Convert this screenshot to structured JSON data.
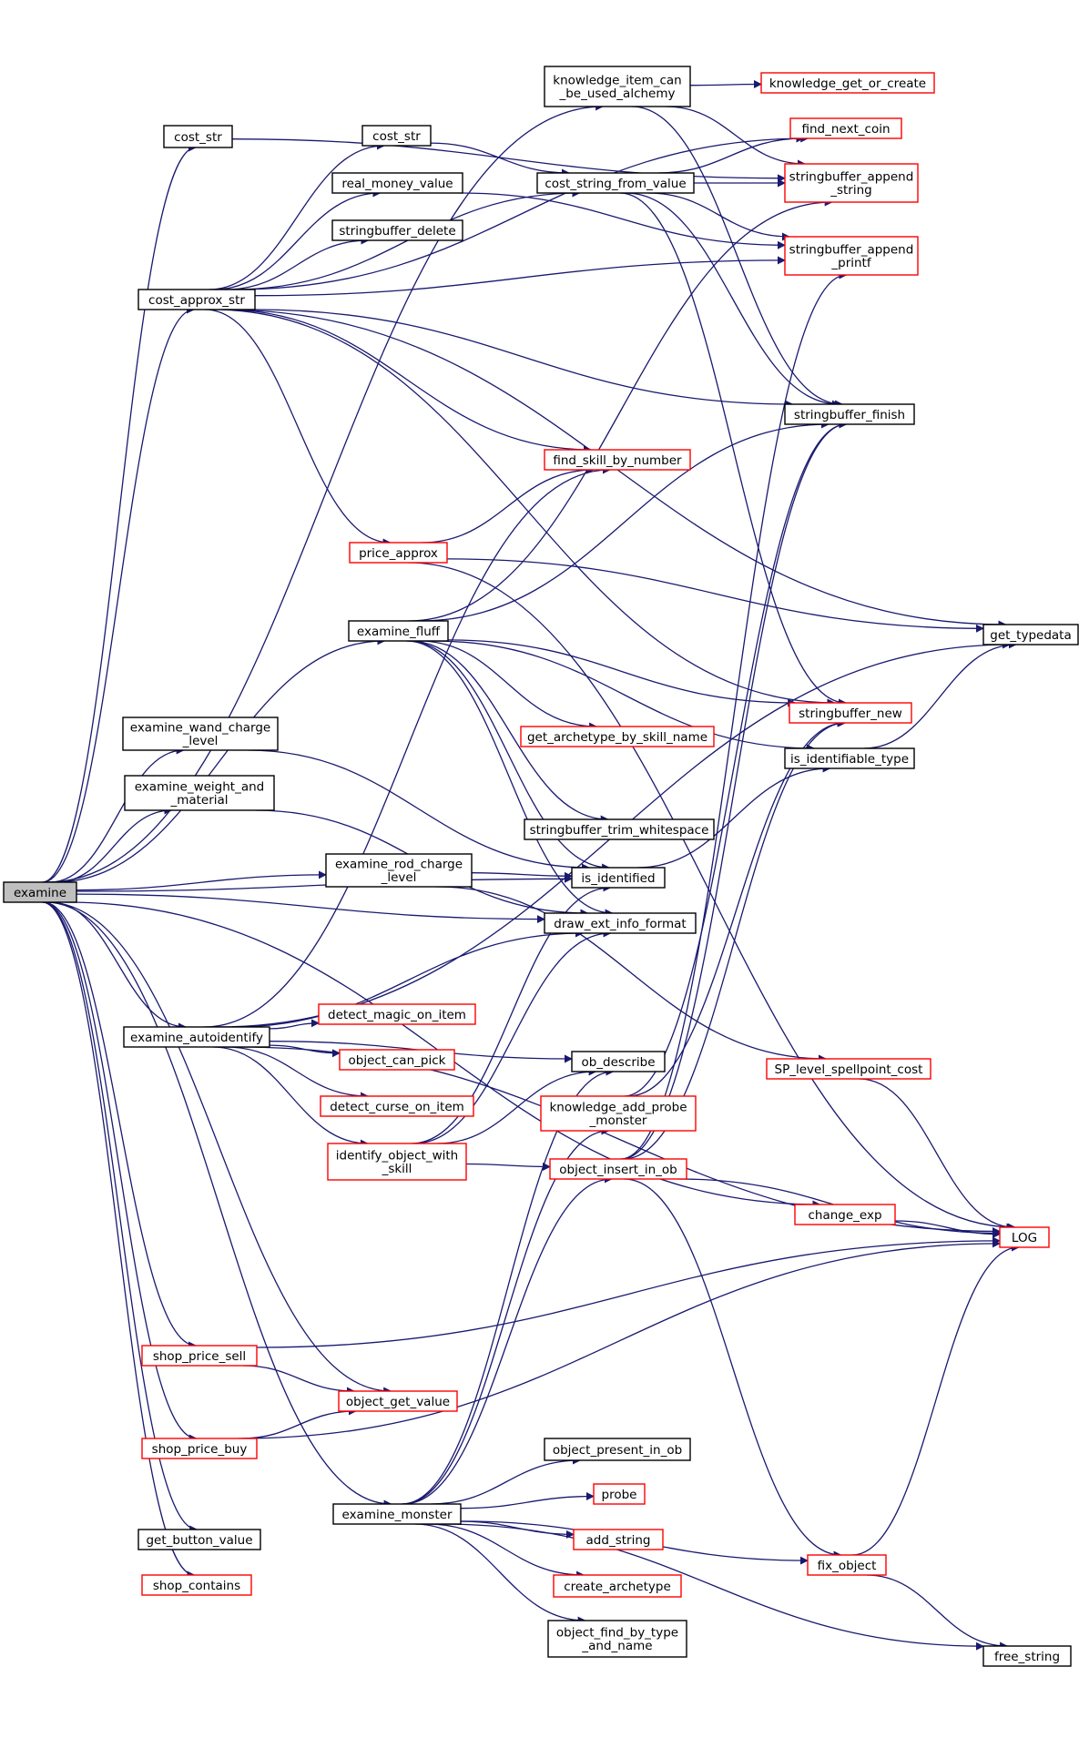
{
  "colors": {
    "edge": "#191970",
    "border_documented": "#000000",
    "border_undocumented": "#ff0000",
    "root_fill": "#bfbfbf"
  },
  "nodes": [
    {
      "id": "examine",
      "lines": [
        "examine"
      ],
      "style": "root"
    },
    {
      "id": "knowledge_item_can_be_used_alchemy",
      "lines": [
        "knowledge_item_can",
        "_be_used_alchemy"
      ],
      "style": "black"
    },
    {
      "id": "knowledge_get_or_create",
      "lines": [
        "knowledge_get_or_create"
      ],
      "style": "red"
    },
    {
      "id": "cost_str_1",
      "lines": [
        "cost_str"
      ],
      "style": "black"
    },
    {
      "id": "find_next_coin",
      "lines": [
        "find_next_coin"
      ],
      "style": "red"
    },
    {
      "id": "cost_str_2",
      "lines": [
        "cost_str"
      ],
      "style": "black"
    },
    {
      "id": "stringbuffer_append_string",
      "lines": [
        "stringbuffer_append",
        "_string"
      ],
      "style": "red"
    },
    {
      "id": "cost_string_from_value",
      "lines": [
        "cost_string_from_value"
      ],
      "style": "black"
    },
    {
      "id": "real_money_value",
      "lines": [
        "real_money_value"
      ],
      "style": "black"
    },
    {
      "id": "stringbuffer_delete",
      "lines": [
        "stringbuffer_delete"
      ],
      "style": "black"
    },
    {
      "id": "stringbuffer_append_printf",
      "lines": [
        "stringbuffer_append",
        "_printf"
      ],
      "style": "red"
    },
    {
      "id": "cost_approx_str",
      "lines": [
        "cost_approx_str"
      ],
      "style": "black"
    },
    {
      "id": "stringbuffer_finish",
      "lines": [
        "stringbuffer_finish"
      ],
      "style": "black"
    },
    {
      "id": "find_skill_by_number",
      "lines": [
        "find_skill_by_number"
      ],
      "style": "red"
    },
    {
      "id": "price_approx",
      "lines": [
        "price_approx"
      ],
      "style": "red"
    },
    {
      "id": "get_typedata",
      "lines": [
        "get_typedata"
      ],
      "style": "black"
    },
    {
      "id": "examine_fluff",
      "lines": [
        "examine_fluff"
      ],
      "style": "black"
    },
    {
      "id": "stringbuffer_new",
      "lines": [
        "stringbuffer_new"
      ],
      "style": "red"
    },
    {
      "id": "examine_wand_charge_level",
      "lines": [
        "examine_wand_charge",
        "_level"
      ],
      "style": "black"
    },
    {
      "id": "get_archetype_by_skill_name",
      "lines": [
        "get_archetype_by_skill_name"
      ],
      "style": "red"
    },
    {
      "id": "is_identifiable_type",
      "lines": [
        "is_identifiable_type"
      ],
      "style": "black"
    },
    {
      "id": "examine_weight_and_material",
      "lines": [
        "examine_weight_and",
        "_material"
      ],
      "style": "black"
    },
    {
      "id": "stringbuffer_trim_whitespace",
      "lines": [
        "stringbuffer_trim_whitespace"
      ],
      "style": "black"
    },
    {
      "id": "examine_rod_charge_level",
      "lines": [
        "examine_rod_charge",
        "_level"
      ],
      "style": "black"
    },
    {
      "id": "is_identified",
      "lines": [
        "is_identified"
      ],
      "style": "black"
    },
    {
      "id": "draw_ext_info_format",
      "lines": [
        "draw_ext_info_format"
      ],
      "style": "black"
    },
    {
      "id": "detect_magic_on_item",
      "lines": [
        "detect_magic_on_item"
      ],
      "style": "red"
    },
    {
      "id": "examine_autoidentify",
      "lines": [
        "examine_autoidentify"
      ],
      "style": "black"
    },
    {
      "id": "object_can_pick",
      "lines": [
        "object_can_pick"
      ],
      "style": "red"
    },
    {
      "id": "ob_describe",
      "lines": [
        "ob_describe"
      ],
      "style": "black"
    },
    {
      "id": "SP_level_spellpoint_cost",
      "lines": [
        "SP_level_spellpoint_cost"
      ],
      "style": "red"
    },
    {
      "id": "detect_curse_on_item",
      "lines": [
        "detect_curse_on_item"
      ],
      "style": "red"
    },
    {
      "id": "knowledge_add_probe_monster",
      "lines": [
        "knowledge_add_probe",
        "_monster"
      ],
      "style": "red"
    },
    {
      "id": "identify_object_with_skill",
      "lines": [
        "identify_object_with",
        "_skill"
      ],
      "style": "red"
    },
    {
      "id": "object_insert_in_ob",
      "lines": [
        "object_insert_in_ob"
      ],
      "style": "red"
    },
    {
      "id": "change_exp",
      "lines": [
        "change_exp"
      ],
      "style": "red"
    },
    {
      "id": "LOG",
      "lines": [
        "LOG"
      ],
      "style": "red"
    },
    {
      "id": "shop_price_sell",
      "lines": [
        "shop_price_sell"
      ],
      "style": "red"
    },
    {
      "id": "object_get_value",
      "lines": [
        "object_get_value"
      ],
      "style": "red"
    },
    {
      "id": "shop_price_buy",
      "lines": [
        "shop_price_buy"
      ],
      "style": "red"
    },
    {
      "id": "object_present_in_ob",
      "lines": [
        "object_present_in_ob"
      ],
      "style": "black"
    },
    {
      "id": "probe",
      "lines": [
        "probe"
      ],
      "style": "red"
    },
    {
      "id": "examine_monster",
      "lines": [
        "examine_monster"
      ],
      "style": "black"
    },
    {
      "id": "add_string",
      "lines": [
        "add_string"
      ],
      "style": "red"
    },
    {
      "id": "get_button_value",
      "lines": [
        "get_button_value"
      ],
      "style": "black"
    },
    {
      "id": "fix_object",
      "lines": [
        "fix_object"
      ],
      "style": "red"
    },
    {
      "id": "create_archetype",
      "lines": [
        "create_archetype"
      ],
      "style": "red"
    },
    {
      "id": "shop_contains",
      "lines": [
        "shop_contains"
      ],
      "style": "red"
    },
    {
      "id": "object_find_by_type_and_name",
      "lines": [
        "object_find_by_type",
        "_and_name"
      ],
      "style": "black"
    },
    {
      "id": "free_string",
      "lines": [
        "free_string"
      ],
      "style": "black"
    }
  ],
  "edges": [
    [
      "examine",
      "knowledge_item_can_be_used_alchemy"
    ],
    [
      "examine",
      "cost_str_1"
    ],
    [
      "examine",
      "cost_approx_str"
    ],
    [
      "examine",
      "examine_fluff"
    ],
    [
      "examine",
      "examine_wand_charge_level"
    ],
    [
      "examine",
      "examine_weight_and_material"
    ],
    [
      "examine",
      "examine_rod_charge_level"
    ],
    [
      "examine",
      "is_identified"
    ],
    [
      "examine",
      "draw_ext_info_format"
    ],
    [
      "examine",
      "examine_autoidentify"
    ],
    [
      "examine",
      "change_exp"
    ],
    [
      "examine",
      "shop_price_sell"
    ],
    [
      "examine",
      "object_get_value"
    ],
    [
      "examine",
      "shop_price_buy"
    ],
    [
      "examine",
      "examine_monster"
    ],
    [
      "examine",
      "get_button_value"
    ],
    [
      "examine",
      "shop_contains"
    ],
    [
      "knowledge_item_can_be_used_alchemy",
      "knowledge_get_or_create"
    ],
    [
      "knowledge_item_can_be_used_alchemy",
      "stringbuffer_append_string"
    ],
    [
      "knowledge_item_can_be_used_alchemy",
      "stringbuffer_finish"
    ],
    [
      "cost_str_1",
      "stringbuffer_append_string"
    ],
    [
      "cost_str_2",
      "cost_string_from_value"
    ],
    [
      "cost_string_from_value",
      "find_next_coin"
    ],
    [
      "cost_string_from_value",
      "stringbuffer_append_string"
    ],
    [
      "cost_string_from_value",
      "stringbuffer_append_printf"
    ],
    [
      "cost_string_from_value",
      "stringbuffer_finish"
    ],
    [
      "cost_string_from_value",
      "stringbuffer_new"
    ],
    [
      "real_money_value",
      "stringbuffer_append_printf"
    ],
    [
      "cost_approx_str",
      "find_next_coin"
    ],
    [
      "cost_approx_str",
      "cost_str_2"
    ],
    [
      "cost_approx_str",
      "cost_string_from_value"
    ],
    [
      "cost_approx_str",
      "real_money_value"
    ],
    [
      "cost_approx_str",
      "stringbuffer_delete"
    ],
    [
      "cost_approx_str",
      "stringbuffer_append_printf"
    ],
    [
      "cost_approx_str",
      "stringbuffer_finish"
    ],
    [
      "cost_approx_str",
      "find_skill_by_number"
    ],
    [
      "cost_approx_str",
      "price_approx"
    ],
    [
      "cost_approx_str",
      "get_typedata"
    ],
    [
      "cost_approx_str",
      "stringbuffer_new"
    ],
    [
      "price_approx",
      "find_skill_by_number"
    ],
    [
      "price_approx",
      "get_typedata"
    ],
    [
      "price_approx",
      "LOG"
    ],
    [
      "examine_fluff",
      "stringbuffer_append_string"
    ],
    [
      "examine_fluff",
      "stringbuffer_finish"
    ],
    [
      "examine_fluff",
      "stringbuffer_new"
    ],
    [
      "examine_fluff",
      "get_archetype_by_skill_name"
    ],
    [
      "examine_fluff",
      "is_identifiable_type"
    ],
    [
      "examine_fluff",
      "stringbuffer_trim_whitespace"
    ],
    [
      "examine_fluff",
      "is_identified"
    ],
    [
      "examine_fluff",
      "draw_ext_info_format"
    ],
    [
      "examine_wand_charge_level",
      "is_identified"
    ],
    [
      "examine_weight_and_material",
      "draw_ext_info_format"
    ],
    [
      "examine_rod_charge_level",
      "is_identified"
    ],
    [
      "examine_rod_charge_level",
      "SP_level_spellpoint_cost"
    ],
    [
      "is_identified",
      "is_identifiable_type"
    ],
    [
      "is_identifiable_type",
      "get_typedata"
    ],
    [
      "SP_level_spellpoint_cost",
      "LOG"
    ],
    [
      "examine_autoidentify",
      "find_skill_by_number"
    ],
    [
      "examine_autoidentify",
      "draw_ext_info_format"
    ],
    [
      "examine_autoidentify",
      "get_typedata"
    ],
    [
      "examine_autoidentify",
      "detect_magic_on_item"
    ],
    [
      "examine_autoidentify",
      "object_can_pick"
    ],
    [
      "examine_autoidentify",
      "detect_curse_on_item"
    ],
    [
      "examine_autoidentify",
      "identify_object_with_skill"
    ],
    [
      "examine_autoidentify",
      "ob_describe"
    ],
    [
      "examine_autoidentify",
      "LOG"
    ],
    [
      "identify_object_with_skill",
      "is_identified"
    ],
    [
      "identify_object_with_skill",
      "draw_ext_info_format"
    ],
    [
      "identify_object_with_skill",
      "ob_describe"
    ],
    [
      "identify_object_with_skill",
      "object_insert_in_ob"
    ],
    [
      "knowledge_add_probe_monster",
      "stringbuffer_finish"
    ],
    [
      "knowledge_add_probe_monster",
      "stringbuffer_new"
    ],
    [
      "object_insert_in_ob",
      "stringbuffer_append_printf"
    ],
    [
      "object_insert_in_ob",
      "stringbuffer_finish"
    ],
    [
      "object_insert_in_ob",
      "stringbuffer_new"
    ],
    [
      "object_insert_in_ob",
      "LOG"
    ],
    [
      "object_insert_in_ob",
      "fix_object"
    ],
    [
      "change_exp",
      "LOG"
    ],
    [
      "shop_price_sell",
      "object_get_value"
    ],
    [
      "shop_price_sell",
      "LOG"
    ],
    [
      "shop_price_buy",
      "object_get_value"
    ],
    [
      "shop_price_buy",
      "LOG"
    ],
    [
      "examine_monster",
      "ob_describe"
    ],
    [
      "examine_monster",
      "knowledge_add_probe_monster"
    ],
    [
      "examine_monster",
      "object_insert_in_ob"
    ],
    [
      "examine_monster",
      "object_present_in_ob"
    ],
    [
      "examine_monster",
      "probe"
    ],
    [
      "examine_monster",
      "add_string"
    ],
    [
      "examine_monster",
      "create_archetype"
    ],
    [
      "examine_monster",
      "object_find_by_type_and_name"
    ],
    [
      "examine_monster",
      "fix_object"
    ],
    [
      "examine_monster",
      "free_string"
    ],
    [
      "fix_object",
      "LOG"
    ],
    [
      "fix_object",
      "free_string"
    ]
  ]
}
